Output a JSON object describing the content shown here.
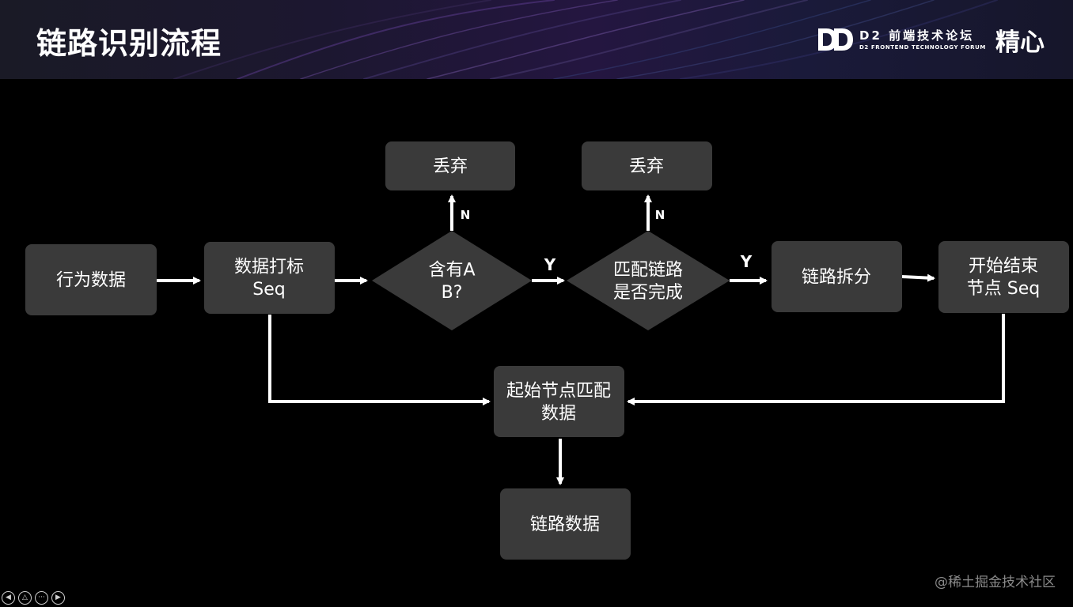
{
  "header": {
    "title": "链路识别流程",
    "forum_name": "D2 前端技术论坛",
    "forum_subtitle": "D2 FRONTEND TECHNOLOGY FORUM",
    "brand": "精心"
  },
  "diagram": {
    "nodes": {
      "behavior_data": {
        "lines": [
          "行为数据"
        ]
      },
      "tag_seq": {
        "lines": [
          "数据打标",
          "Seq"
        ]
      },
      "contains_ab": {
        "lines": [
          "含有A",
          "B?"
        ]
      },
      "discard_1": {
        "lines": [
          "丢弃"
        ]
      },
      "chain_complete": {
        "lines": [
          "匹配链路",
          "是否完成"
        ]
      },
      "discard_2": {
        "lines": [
          "丢弃"
        ]
      },
      "chain_split": {
        "lines": [
          "链路拆分"
        ]
      },
      "start_end_seq": {
        "lines": [
          "开始结束",
          "节点 Seq"
        ]
      },
      "start_node_match": {
        "lines": [
          "起始节点匹配",
          "数据"
        ]
      },
      "chain_data": {
        "lines": [
          "链路数据"
        ]
      }
    },
    "edge_labels": {
      "yes_1": "Y",
      "no_1": "N",
      "yes_2": "Y",
      "no_2": "N"
    }
  },
  "watermark": "@稀土掘金技术社区",
  "icons": {
    "logo": "d2-logo-icon",
    "controls": [
      "prev-slide-icon",
      "pen-icon",
      "more-options-icon",
      "next-slide-icon"
    ]
  },
  "colors": {
    "background": "#000000",
    "node_fill": "#3a3a3a",
    "edge": "#ffffff",
    "header_accent": "#2a1a4a"
  }
}
